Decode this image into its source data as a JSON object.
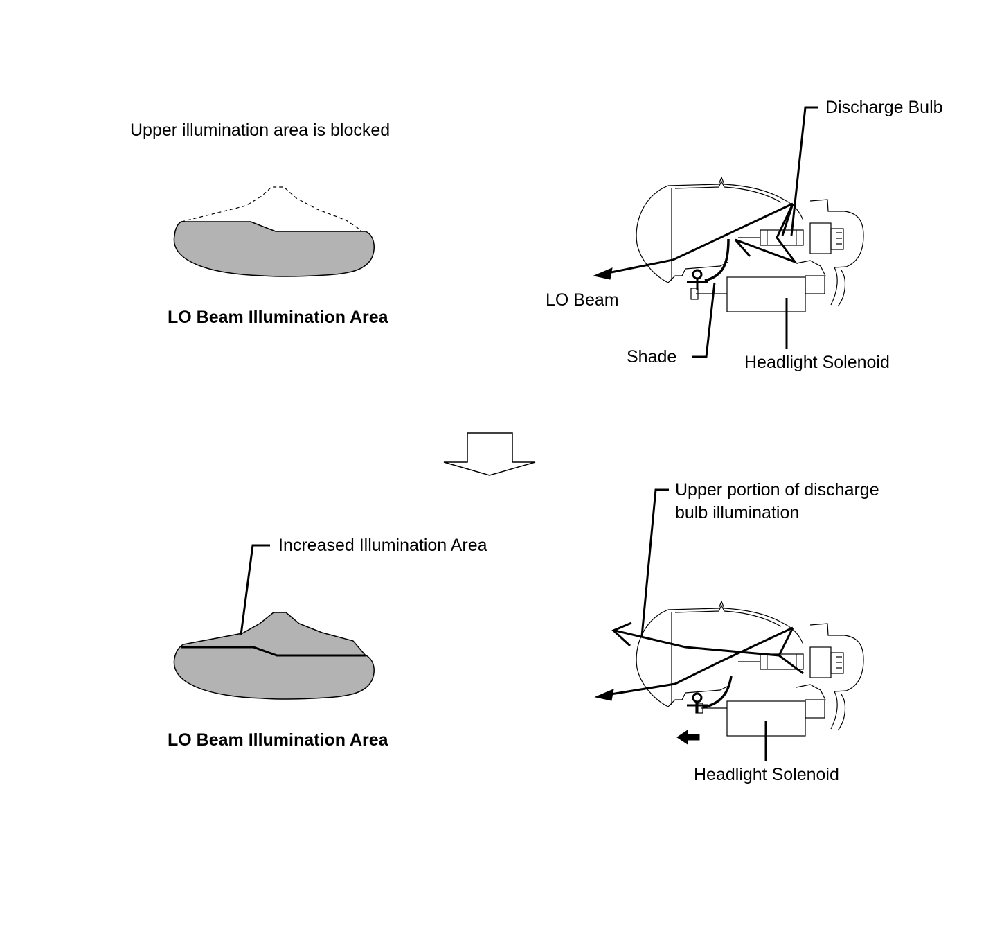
{
  "top": {
    "caption_blocked": "Upper illumination area is blocked",
    "area_title": "LO Beam Illumination Area",
    "callouts": {
      "discharge_bulb": "Discharge Bulb",
      "lo_beam": "LO Beam",
      "shade": "Shade",
      "headlight_solenoid": "Headlight Solenoid"
    }
  },
  "bottom": {
    "increased_area": "Increased Illumination Area",
    "area_title": "LO Beam Illumination Area",
    "callouts": {
      "upper_portion_line1": "Upper portion of discharge",
      "upper_portion_line2": "bulb illumination",
      "headlight_solenoid": "Headlight Solenoid"
    }
  },
  "colors": {
    "illumination_fill": "#b3b3b3",
    "line": "#000000"
  }
}
